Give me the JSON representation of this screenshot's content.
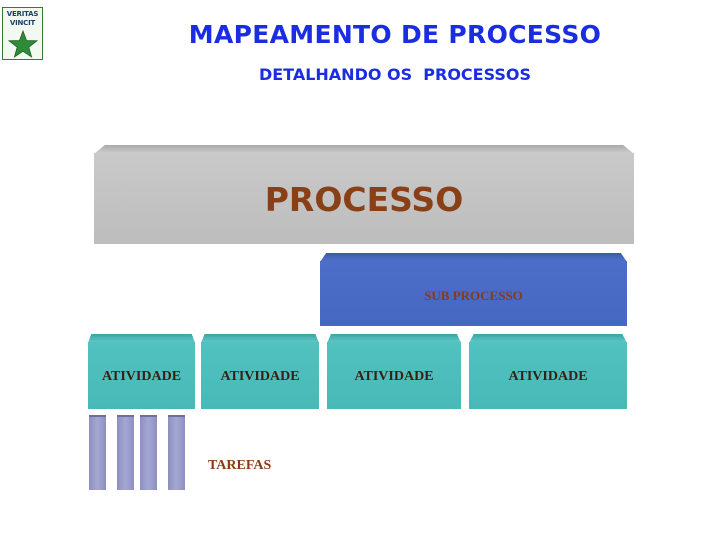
{
  "logo": {
    "line1": "VERITAS",
    "line2": "VINCIT",
    "star_color": "#2e8b3a"
  },
  "header": {
    "title": "MAPEAMENTO DE PROCESSO",
    "subtitle": "DETALHANDO OS  PROCESSOS"
  },
  "diagram": {
    "processo": {
      "label": "PROCESSO",
      "color": "#c4c4c4",
      "text_color": "#8a4016"
    },
    "sub_processo": {
      "label": "SUB PROCESSO",
      "color": "#4a6bc6",
      "text_color": "#8a3a18"
    },
    "atividades": [
      {
        "label": "ATIVIDADE"
      },
      {
        "label": "ATIVIDADE"
      },
      {
        "label": "ATIVIDADE"
      },
      {
        "label": "ATIVIDADE"
      }
    ],
    "atividade_color": "#4ebfbd",
    "tarefas": {
      "label": "TAREFAS",
      "bar_count": 4,
      "color": "#9b9dcb",
      "text_color": "#8a3a18"
    }
  }
}
